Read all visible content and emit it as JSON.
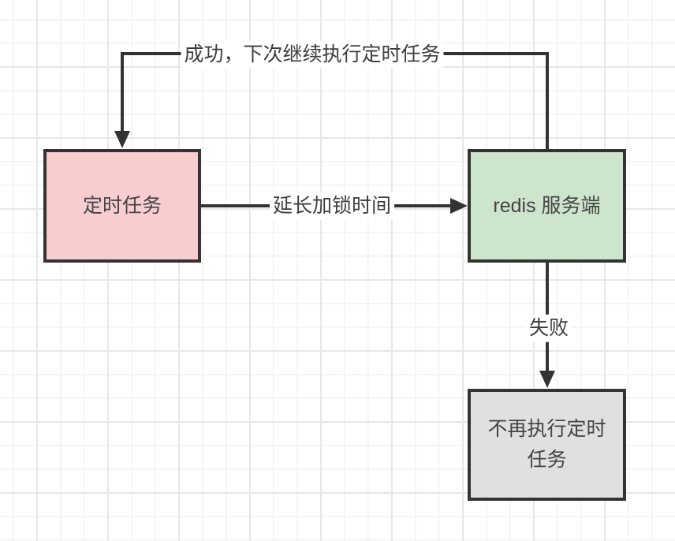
{
  "diagram": {
    "type": "flowchart",
    "nodes": {
      "task": {
        "label": "定时任务",
        "fill": "#f7cdd0",
        "border": "#333333"
      },
      "redis": {
        "label": "redis 服务端",
        "fill": "#cde5cc",
        "border": "#333333"
      },
      "stop": {
        "label": "不再执行定时任务",
        "fill": "#e0e0e0",
        "border": "#333333"
      }
    },
    "edges": {
      "extend": {
        "label": "延长加锁时间",
        "from": "定时任务",
        "to": "redis 服务端"
      },
      "success": {
        "label": "成功，下次继续执行定时任务",
        "from": "redis 服务端",
        "to": "定时任务"
      },
      "fail": {
        "label": "失败",
        "from": "redis 服务端",
        "to": "不再执行定时任务"
      }
    },
    "colors": {
      "line": "#333333",
      "text": "#444444",
      "background": "#ffffff",
      "grid_minor": "#f2f2f2",
      "grid_major": "#e7e7e7",
      "label_background": "#ffffff"
    }
  }
}
